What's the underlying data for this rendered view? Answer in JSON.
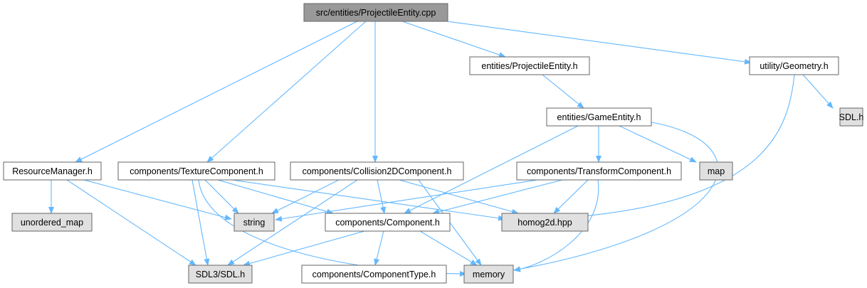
{
  "graph": {
    "colors": {
      "root_fill": "#999999",
      "header_fill": "#ffffff",
      "system_fill": "#e0e0e0",
      "border": "#666666",
      "edge": "#63b8ff"
    },
    "nodes": [
      {
        "id": "root",
        "label": "src/entities/ProjectileEntity.cpp",
        "kind": "root"
      },
      {
        "id": "projectile_h",
        "label": "entities/ProjectileEntity.h",
        "kind": "header"
      },
      {
        "id": "geometry_h",
        "label": "utility/Geometry.h",
        "kind": "header"
      },
      {
        "id": "sdl_h",
        "label": "SDL.h",
        "kind": "system"
      },
      {
        "id": "gameentity_h",
        "label": "entities/GameEntity.h",
        "kind": "header"
      },
      {
        "id": "resourcemanager_h",
        "label": "ResourceManager.h",
        "kind": "header"
      },
      {
        "id": "texturecomponent_h",
        "label": "components/TextureComponent.h",
        "kind": "header"
      },
      {
        "id": "collision2d_h",
        "label": "components/Collision2DComponent.h",
        "kind": "header"
      },
      {
        "id": "transform_h",
        "label": "components/TransformComponent.h",
        "kind": "header"
      },
      {
        "id": "map",
        "label": "map",
        "kind": "system"
      },
      {
        "id": "unordered_map",
        "label": "unordered_map",
        "kind": "system"
      },
      {
        "id": "string",
        "label": "string",
        "kind": "system"
      },
      {
        "id": "component_h",
        "label": "components/Component.h",
        "kind": "header"
      },
      {
        "id": "homog2d",
        "label": "homog2d.hpp",
        "kind": "system"
      },
      {
        "id": "sdl3",
        "label": "SDL3/SDL.h",
        "kind": "system"
      },
      {
        "id": "componenttype_h",
        "label": "components/ComponentType.h",
        "kind": "header"
      },
      {
        "id": "memory",
        "label": "memory",
        "kind": "system"
      }
    ],
    "edges": [
      [
        "root",
        "projectile_h"
      ],
      [
        "root",
        "geometry_h"
      ],
      [
        "root",
        "resourcemanager_h"
      ],
      [
        "root",
        "texturecomponent_h"
      ],
      [
        "root",
        "collision2d_h"
      ],
      [
        "projectile_h",
        "gameentity_h"
      ],
      [
        "geometry_h",
        "sdl_h"
      ],
      [
        "geometry_h",
        "homog2d"
      ],
      [
        "gameentity_h",
        "transform_h"
      ],
      [
        "gameentity_h",
        "map"
      ],
      [
        "gameentity_h",
        "component_h"
      ],
      [
        "gameentity_h",
        "memory"
      ],
      [
        "resourcemanager_h",
        "unordered_map"
      ],
      [
        "resourcemanager_h",
        "string"
      ],
      [
        "resourcemanager_h",
        "sdl3"
      ],
      [
        "texturecomponent_h",
        "string"
      ],
      [
        "texturecomponent_h",
        "component_h"
      ],
      [
        "texturecomponent_h",
        "homog2d"
      ],
      [
        "texturecomponent_h",
        "sdl3"
      ],
      [
        "texturecomponent_h",
        "memory"
      ],
      [
        "collision2d_h",
        "string"
      ],
      [
        "collision2d_h",
        "component_h"
      ],
      [
        "collision2d_h",
        "homog2d"
      ],
      [
        "collision2d_h",
        "sdl3"
      ],
      [
        "collision2d_h",
        "memory"
      ],
      [
        "transform_h",
        "string"
      ],
      [
        "transform_h",
        "component_h"
      ],
      [
        "transform_h",
        "homog2d"
      ],
      [
        "transform_h",
        "memory"
      ],
      [
        "component_h",
        "sdl3"
      ],
      [
        "component_h",
        "componenttype_h"
      ],
      [
        "component_h",
        "memory"
      ]
    ]
  }
}
